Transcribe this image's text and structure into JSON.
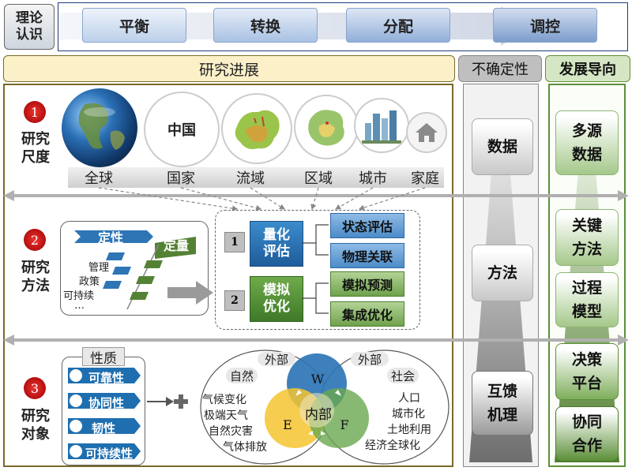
{
  "header": {
    "theory_label": "理论\n认识",
    "steps": [
      "平衡",
      "转换",
      "分配",
      "调控"
    ]
  },
  "columns": {
    "progress": "研究进展",
    "uncertainty": "不确定性",
    "orientation": "发展导向"
  },
  "uncertainty_items": [
    "数据",
    "方法",
    "互馈\n机理"
  ],
  "orientation_items": [
    "多源\n数据",
    "关键\n方法",
    "过程\n模型",
    "决策\n平台",
    "协同\n合作"
  ],
  "scale": {
    "number": "1",
    "title": "研究\n尺度",
    "china_label": "中国",
    "levels": [
      "全球",
      "国家",
      "流域",
      "区域",
      "城市",
      "家庭"
    ]
  },
  "method": {
    "number": "2",
    "title": "研究\n方法",
    "qualitative": "定性",
    "quantitative": "定量",
    "aspects": [
      "管理",
      "政策",
      "可持续",
      "…"
    ],
    "steps": [
      {
        "num": "1",
        "label": "量化\n评估",
        "items": [
          "状态评估",
          "物理关联"
        ]
      },
      {
        "num": "2",
        "label": "模拟\n优化",
        "items": [
          "模拟预测",
          "集成优化"
        ]
      }
    ]
  },
  "object": {
    "number": "3",
    "title": "研究\n对象",
    "properties_title": "性质",
    "properties": [
      "可靠性",
      "协同性",
      "韧性",
      "可持续性"
    ],
    "external_left": "外部",
    "external_right": "外部",
    "nature": "自然",
    "society": "社会",
    "nature_items": [
      "气候变化",
      "极端天气",
      "自然灾害",
      "气体排放"
    ],
    "society_items": [
      "人口",
      "城市化",
      "土地利用",
      "经济全球化"
    ],
    "internal": "内部",
    "w": "W",
    "e": "E",
    "f": "F"
  },
  "colors": {
    "progress_header": "#fbf0c8",
    "progress_border": "#7a6a2a",
    "uncertainty_header": "#bfbfbf",
    "orientation_header": "#d4e6c3",
    "orientation_border": "#5f8f3a",
    "accent_red": "#c00000",
    "blue": "#2e75b6",
    "green": "#548235"
  }
}
